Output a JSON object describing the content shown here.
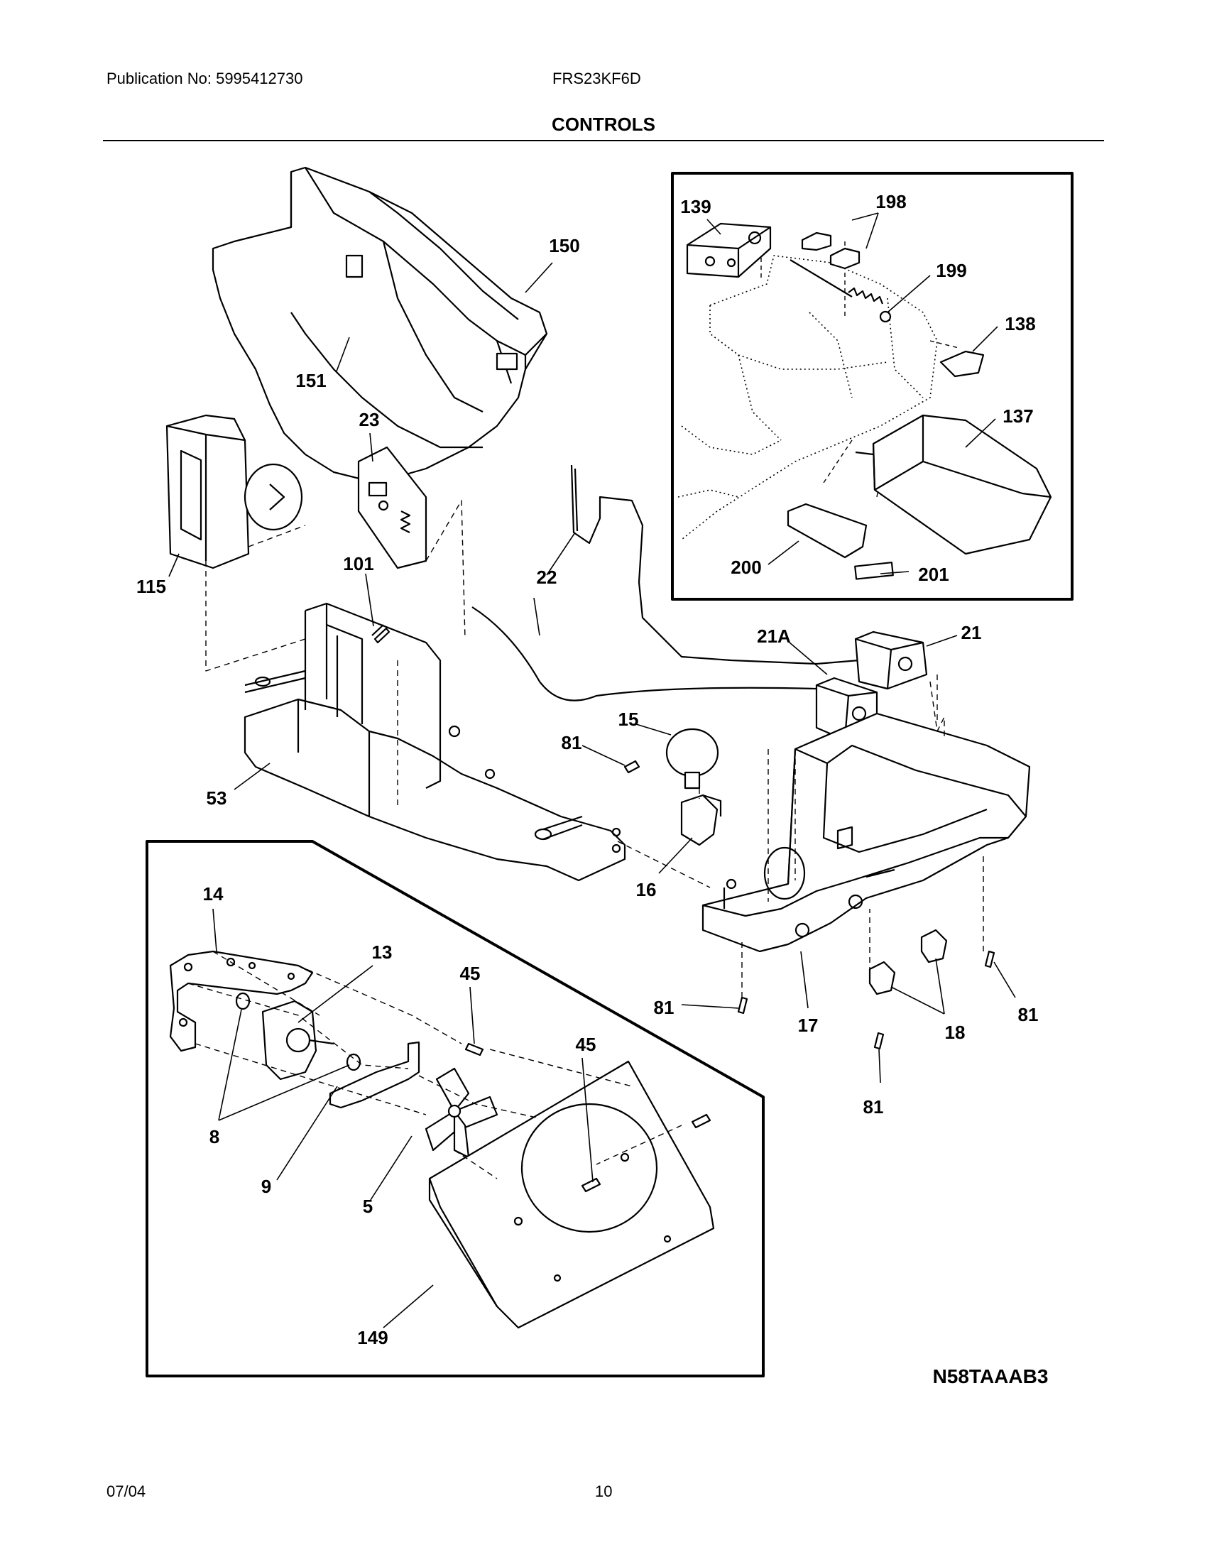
{
  "header": {
    "publication": "Publication No: 5995412730",
    "model": "FRS23KF6D"
  },
  "section_title": "CONTROLS",
  "diagram_code": "N58TAAAB3",
  "footer": {
    "date": "07/04",
    "page_number": "10"
  },
  "callouts": [
    "150",
    "151",
    "139",
    "198",
    "199",
    "138",
    "137",
    "200",
    "201",
    "23",
    "115",
    "101",
    "22",
    "21A",
    "21",
    "15",
    "81",
    "53",
    "16",
    "17",
    "18",
    "14",
    "13",
    "45",
    "8",
    "9",
    "5",
    "149"
  ],
  "callouts_extra": [
    "81",
    "81",
    "81",
    "45"
  ]
}
